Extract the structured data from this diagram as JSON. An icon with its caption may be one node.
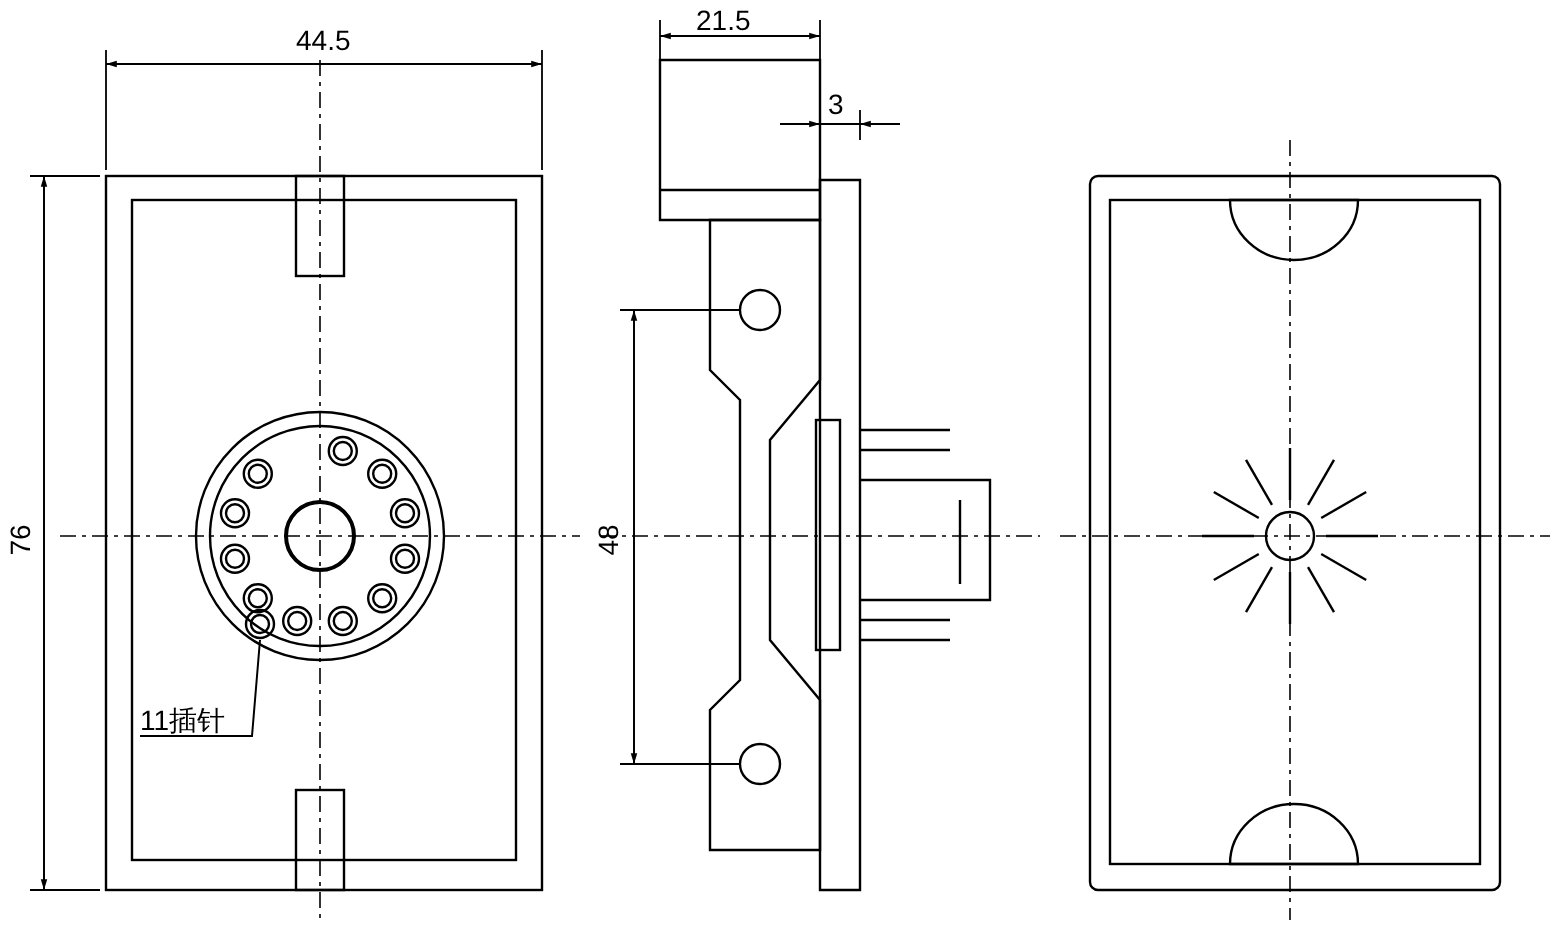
{
  "diagram": {
    "nodes": [
      {
        "text": [
          "11插针"
        ]
      },
      {
        "text": [],
        "shape": "circle"
      }
    ],
    "edges": [
      {
        "from": 0,
        "to": 1,
        "arrow": "none"
      }
    ],
    "labels": [
      "44.5",
      "21.5",
      "3",
      "76",
      "48"
    ]
  }
}
